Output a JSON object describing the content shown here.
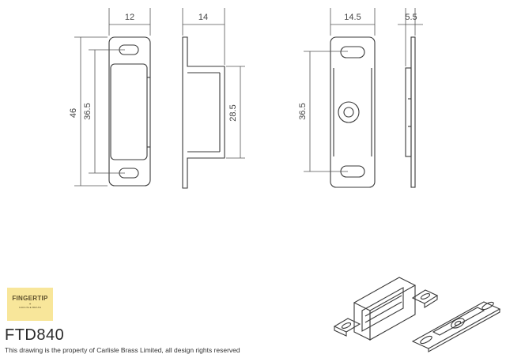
{
  "dimensions": {
    "front_width": "12",
    "side_depth": "14",
    "front_total_height": "46",
    "front_hole_spacing": "36.5",
    "side_body_height": "28.5",
    "plate_width": "14.5",
    "plate_thickness": "5.5",
    "plate_hole_spacing": "36.5"
  },
  "logo": {
    "brand": "FINGERTIP",
    "sub": "CARLISLE BRASS",
    "color": "#f8e69a"
  },
  "product_code": "FTD840",
  "copyright": "This drawing is the property of Carlisle Brass Limited, all design rights reserved"
}
